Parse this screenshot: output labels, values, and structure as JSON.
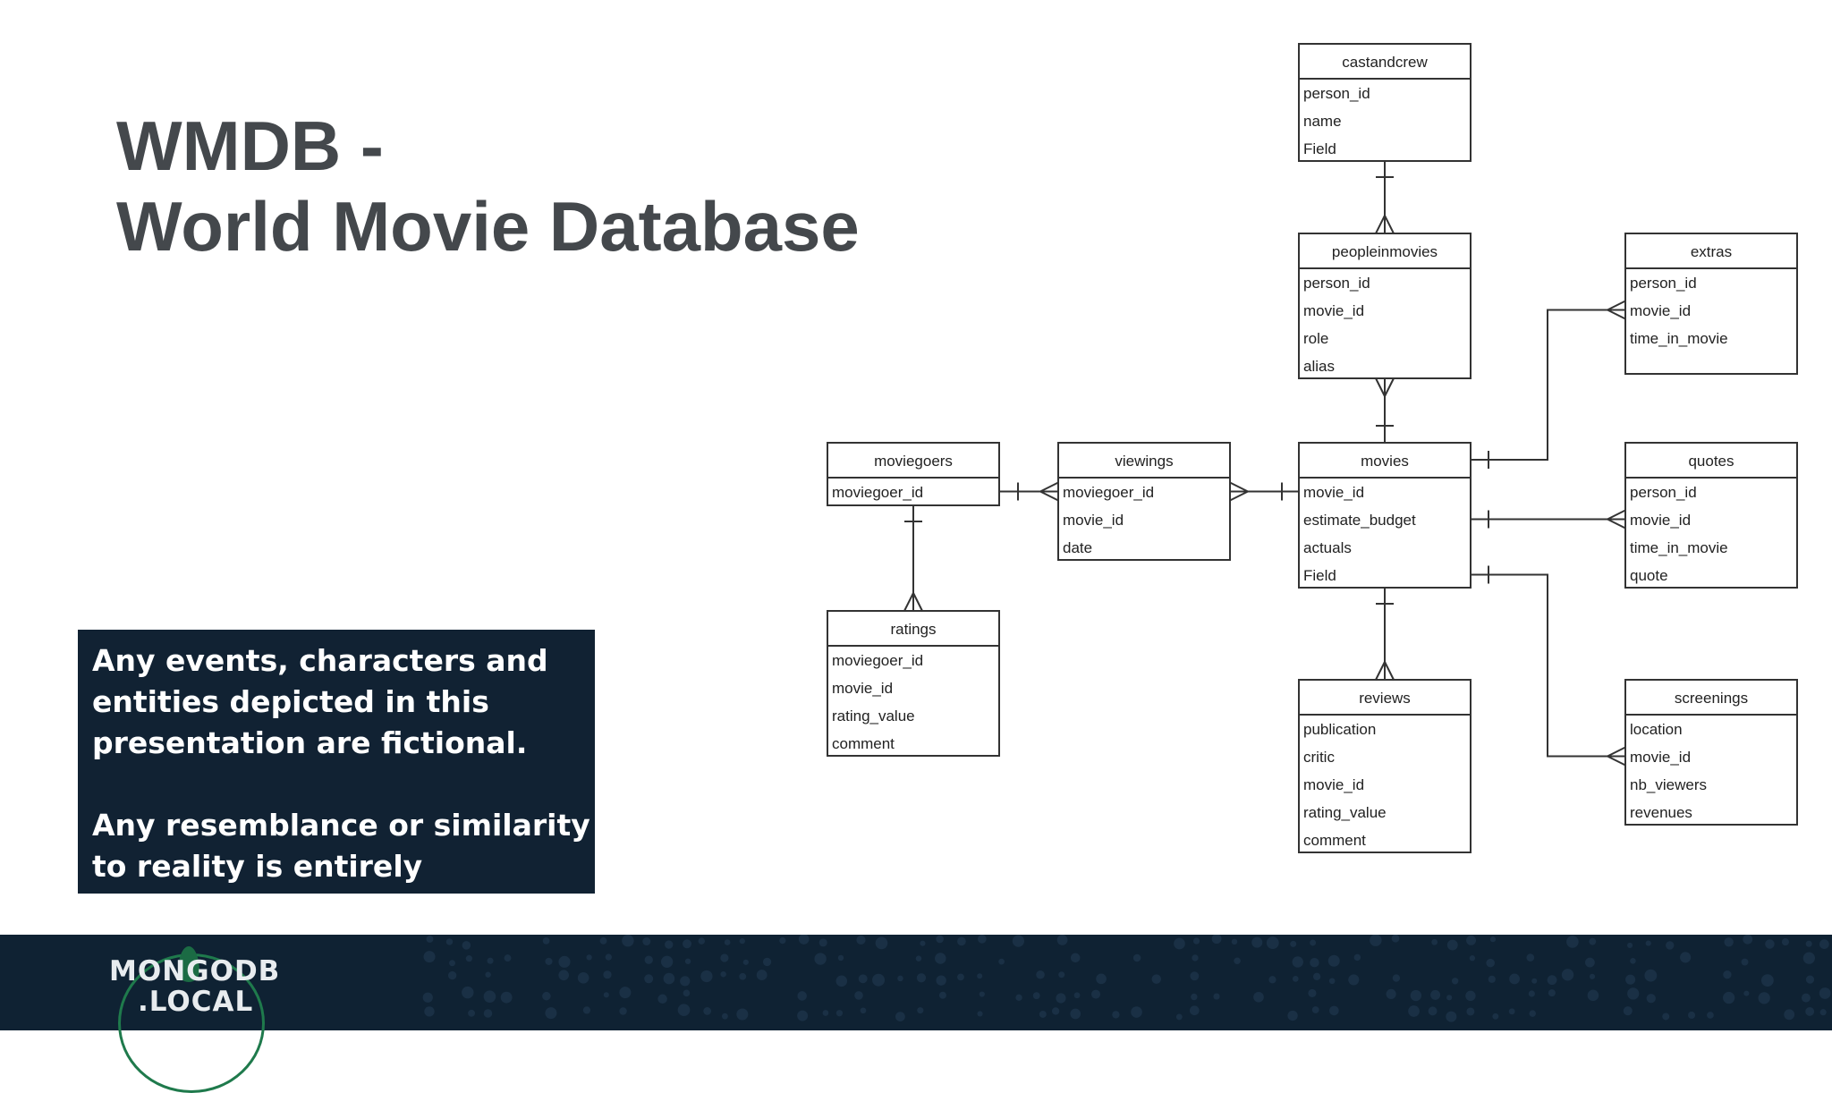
{
  "slide": {
    "title_line1": "WMDB -",
    "title_line2": "World Movie Database"
  },
  "disclaimer": {
    "paragraph1": "Any events, characters and entities depicted in this presentation are fictional.",
    "paragraph2": "Any resemblance or similarity to reality is entirely coincidental"
  },
  "footer": {
    "logo_line1": "MONGODB",
    "logo_line2": ".LOCAL"
  },
  "colors": {
    "title": "#44484c",
    "disclaimer_bg": "#112233",
    "footer_bg": "#0f2233",
    "logo_green": "#1f7a4c",
    "diagram_line": "#333333"
  },
  "entities": [
    {
      "id": "castandcrew",
      "name": "castandcrew",
      "fields": [
        "person_id",
        "name",
        "Field"
      ]
    },
    {
      "id": "peopleinmovies",
      "name": "peopleinmovies",
      "fields": [
        "person_id",
        "movie_id",
        "role",
        "alias"
      ]
    },
    {
      "id": "extras",
      "name": "extras",
      "fields": [
        "person_id",
        "movie_id",
        "time_in_movie"
      ]
    },
    {
      "id": "moviegoers",
      "name": "moviegoers",
      "fields": [
        "moviegoer_id"
      ]
    },
    {
      "id": "viewings",
      "name": "viewings",
      "fields": [
        "moviegoer_id",
        "movie_id",
        "date"
      ]
    },
    {
      "id": "movies",
      "name": "movies",
      "fields": [
        "movie_id",
        "estimate_budget",
        "actuals",
        "Field"
      ]
    },
    {
      "id": "quotes",
      "name": "quotes",
      "fields": [
        "person_id",
        "movie_id",
        "time_in_movie",
        "quote"
      ]
    },
    {
      "id": "ratings",
      "name": "ratings",
      "fields": [
        "moviegoer_id",
        "movie_id",
        "rating_value",
        "comment"
      ]
    },
    {
      "id": "reviews",
      "name": "reviews",
      "fields": [
        "publication",
        "critic",
        "movie_id",
        "rating_value",
        "comment"
      ]
    },
    {
      "id": "screenings",
      "name": "screenings",
      "fields": [
        "location",
        "movie_id",
        "nb_viewers",
        "revenues"
      ]
    }
  ],
  "relationships": [
    {
      "id": "castandcrew-peopleinmovies",
      "from": "castandcrew",
      "to": "peopleinmovies",
      "from_card": "one",
      "to_card": "many"
    },
    {
      "id": "peopleinmovies-movies",
      "from": "peopleinmovies",
      "to": "movies",
      "from_card": "many",
      "to_card": "one"
    },
    {
      "id": "moviegoers-viewings",
      "from": "moviegoers",
      "to": "viewings",
      "from_card": "one",
      "to_card": "many"
    },
    {
      "id": "viewings-movies",
      "from": "viewings",
      "to": "movies",
      "from_card": "many",
      "to_card": "one"
    },
    {
      "id": "moviegoers-ratings",
      "from": "moviegoers",
      "to": "ratings",
      "from_card": "one",
      "to_card": "many"
    },
    {
      "id": "movies-reviews",
      "from": "movies",
      "to": "reviews",
      "from_card": "one",
      "to_card": "many"
    },
    {
      "id": "movies-extras",
      "from": "movies",
      "to": "extras",
      "from_card": "one",
      "to_card": "many"
    },
    {
      "id": "movies-quotes",
      "from": "movies",
      "to": "quotes",
      "from_card": "one",
      "to_card": "many"
    },
    {
      "id": "movies-screenings",
      "from": "movies",
      "to": "screenings",
      "from_card": "one",
      "to_card": "many"
    }
  ]
}
